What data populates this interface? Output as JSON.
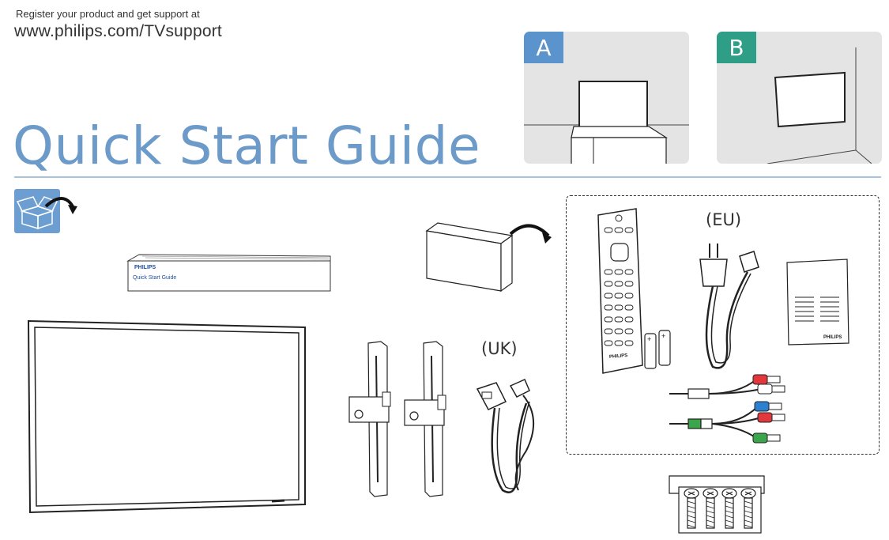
{
  "header": {
    "register_text": "Register your product and get support at",
    "support_url": "www.philips.com/TVsupport",
    "title": "Quick Start Guide"
  },
  "mounting": {
    "option_a": "A",
    "option_b": "B"
  },
  "contents": {
    "guide_brand": "PHILIPS",
    "guide_title": "Quick Start Guide",
    "eu_label": "(EU)",
    "uk_label": "(UK)",
    "remote_brand": "PHILIPS",
    "leaflet_brand": "PHILIPS",
    "battery_mark": "+"
  },
  "colors": {
    "title": "#6d9bc9",
    "badge_a": "#5b93cc",
    "badge_b": "#2e9e86",
    "unbox_icon": "#6c9ed2",
    "cable_red": "#e0383c",
    "cable_green": "#3aa54a",
    "cable_blue": "#2d7fd0"
  },
  "icons": [
    "unbox-icon",
    "arrow-icon",
    "shield-icon"
  ]
}
